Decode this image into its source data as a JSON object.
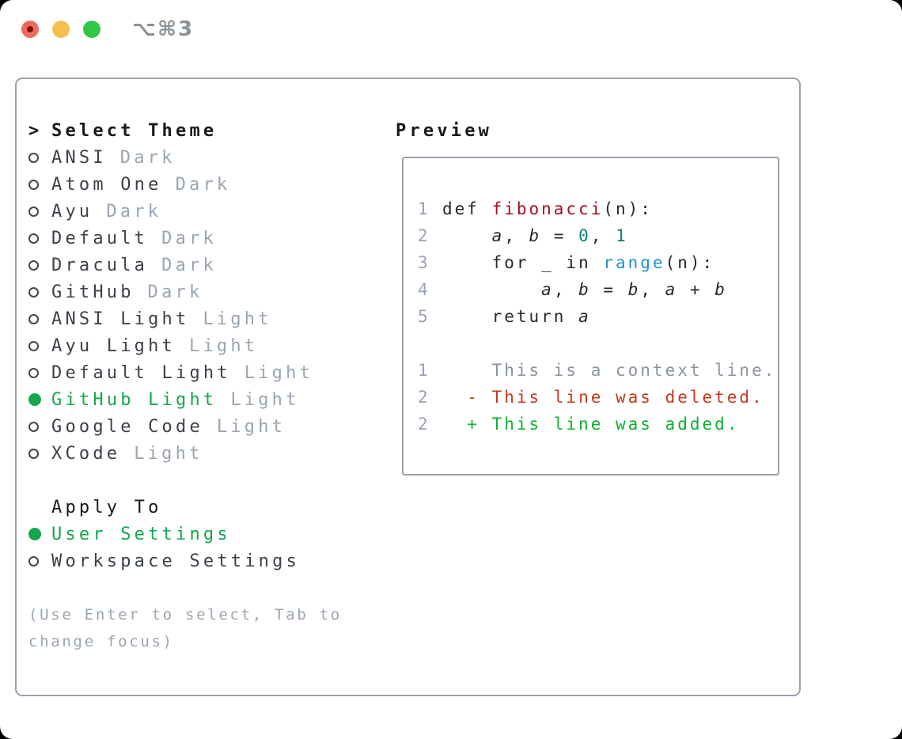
{
  "window": {
    "title": "⌥⌘3",
    "traffic_lights": {
      "close_color": "#ee6a5e",
      "close_dot_color": "#7c120b",
      "minimize_color": "#f5bf4f",
      "zoom_color": "#33c748"
    }
  },
  "panel": {
    "text_color": "#3a4149",
    "muted_color": "#9aa5b1",
    "selection_green": "#14a74c",
    "select_theme": {
      "prompt": ">",
      "header": "Select Theme",
      "items": [
        {
          "name": "ANSI",
          "variant": "Dark",
          "selected": false
        },
        {
          "name": "Atom One",
          "variant": "Dark",
          "selected": false
        },
        {
          "name": "Ayu",
          "variant": "Dark",
          "selected": false
        },
        {
          "name": "Default",
          "variant": "Dark",
          "selected": false
        },
        {
          "name": "Dracula",
          "variant": "Dark",
          "selected": false
        },
        {
          "name": "GitHub",
          "variant": "Dark",
          "selected": false
        },
        {
          "name": "ANSI Light",
          "variant": "Light",
          "selected": false
        },
        {
          "name": "Ayu Light",
          "variant": "Light",
          "selected": false
        },
        {
          "name": "Default Light",
          "variant": "Light",
          "selected": false
        },
        {
          "name": "GitHub Light",
          "variant": "Light",
          "selected": true
        },
        {
          "name": "Google Code",
          "variant": "Light",
          "selected": false
        },
        {
          "name": "XCode",
          "variant": "Light",
          "selected": false
        }
      ]
    },
    "apply_to": {
      "header": "Apply To",
      "items": [
        {
          "name": "User Settings",
          "selected": true
        },
        {
          "name": "Workspace Settings",
          "selected": false
        }
      ]
    },
    "hint_lines": [
      "(Use Enter to select, Tab to",
      "change focus)"
    ]
  },
  "preview": {
    "header": "Preview",
    "theme_colors": {
      "default": "#24292e",
      "function": "#a40e26",
      "number": "#0f7e7a",
      "builtin": "#1f93d4",
      "variable": "#24292e",
      "line_number": "#97a3b6",
      "context": "#8b949e",
      "deleted": "#c43a1f",
      "added": "#0ab22e"
    },
    "code_lines": [
      {
        "num": "1",
        "tokens": [
          {
            "t": "def ",
            "s": "default"
          },
          {
            "t": "fibonacci",
            "s": "function"
          },
          {
            "t": "(n):",
            "s": "default"
          }
        ]
      },
      {
        "num": "2",
        "tokens": [
          {
            "t": "    ",
            "s": "default"
          },
          {
            "t": "a",
            "s": "variable"
          },
          {
            "t": ", ",
            "s": "default"
          },
          {
            "t": "b",
            "s": "variable"
          },
          {
            "t": " = ",
            "s": "default"
          },
          {
            "t": "0",
            "s": "number"
          },
          {
            "t": ", ",
            "s": "default"
          },
          {
            "t": "1",
            "s": "number"
          }
        ]
      },
      {
        "num": "3",
        "tokens": [
          {
            "t": "    for _ in ",
            "s": "default"
          },
          {
            "t": "range",
            "s": "builtin"
          },
          {
            "t": "(n):",
            "s": "default"
          }
        ]
      },
      {
        "num": "4",
        "tokens": [
          {
            "t": "        ",
            "s": "default"
          },
          {
            "t": "a",
            "s": "variable"
          },
          {
            "t": ", ",
            "s": "default"
          },
          {
            "t": "b",
            "s": "variable"
          },
          {
            "t": " = ",
            "s": "default"
          },
          {
            "t": "b",
            "s": "variable"
          },
          {
            "t": ", ",
            "s": "default"
          },
          {
            "t": "a",
            "s": "variable"
          },
          {
            "t": " + ",
            "s": "default"
          },
          {
            "t": "b",
            "s": "variable"
          }
        ]
      },
      {
        "num": "5",
        "tokens": [
          {
            "t": "    return ",
            "s": "default"
          },
          {
            "t": "a",
            "s": "variable"
          }
        ]
      },
      {
        "num": "",
        "tokens": []
      },
      {
        "num": "1",
        "tokens": [
          {
            "t": "    This is a context line.",
            "s": "context"
          }
        ]
      },
      {
        "num": "2",
        "tokens": [
          {
            "t": "  - This line was deleted.",
            "s": "deleted"
          }
        ]
      },
      {
        "num": "2",
        "tokens": [
          {
            "t": "  + This line was added.",
            "s": "added"
          }
        ]
      }
    ]
  }
}
